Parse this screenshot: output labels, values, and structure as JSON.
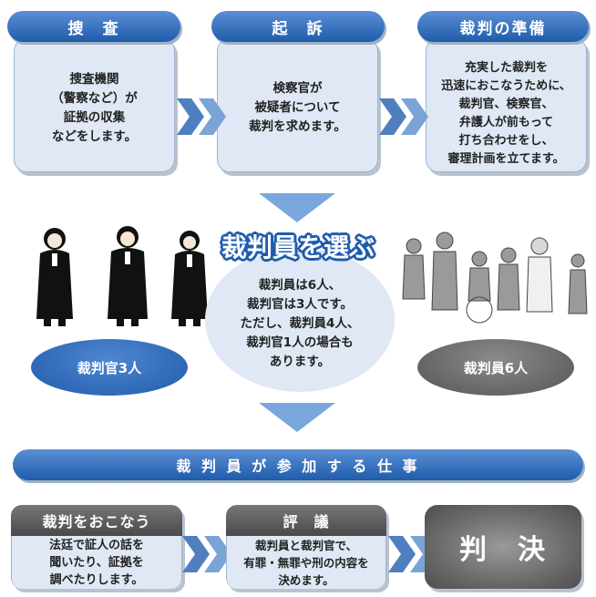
{
  "stages": [
    {
      "title": "捜　査",
      "lines": [
        "捜査機関",
        "（警察など）が",
        "証拠の収集",
        "などをします。"
      ]
    },
    {
      "title": "起　訴",
      "lines": [
        "検察官が",
        "被疑者について",
        "裁判を求めます。"
      ]
    },
    {
      "title": "裁判の準備",
      "lines": [
        "充実した裁判を",
        "迅速におこなうために、",
        "裁判官、検察官、",
        "弁護人が前もって",
        "打ち合わせをし、",
        "審理計画を立てます。"
      ]
    }
  ],
  "selection": {
    "title": "裁判員を選ぶ",
    "lines": [
      "裁判員は6人、",
      "裁判官は3人です。",
      "ただし、裁判員4人、",
      "裁判官1人の場合も",
      "あります。"
    ],
    "judges_label": "裁判官3人",
    "jurors_label": "裁判員6人"
  },
  "tasks": {
    "banner": "裁 判 員 が 参 加 す る 仕 事",
    "items": [
      {
        "title": "裁判をおこなう",
        "lines": [
          "法廷で証人の話を",
          "聞いたり、証拠を",
          "調べたりします。"
        ]
      },
      {
        "title": "評　議",
        "lines": [
          "裁判員と裁判官で、",
          "有罪・無罪や刑の内容を",
          "決めます。"
        ]
      }
    ],
    "verdict": "判　決"
  },
  "colors": {
    "accent_blue": "#1f5cab",
    "light_blue": "#dfe8f4",
    "arrow_blue": "#7aa7dd",
    "gray": "#5a5a5a"
  }
}
